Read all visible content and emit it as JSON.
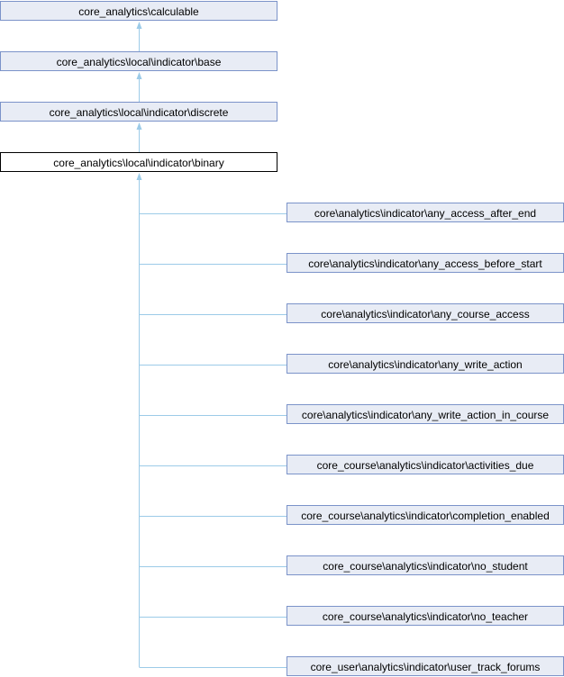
{
  "ancestors": [
    {
      "label": "core_analytics\\calculable"
    },
    {
      "label": "core_analytics\\local\\indicator\\base"
    },
    {
      "label": "core_analytics\\local\\indicator\\discrete"
    }
  ],
  "current": {
    "label": "core_analytics\\local\\indicator\\binary"
  },
  "children": [
    {
      "label": "core\\analytics\\indicator\\any_access_after_end"
    },
    {
      "label": "core\\analytics\\indicator\\any_access_before_start"
    },
    {
      "label": "core\\analytics\\indicator\\any_course_access"
    },
    {
      "label": "core\\analytics\\indicator\\any_write_action"
    },
    {
      "label": "core\\analytics\\indicator\\any_write_action_in_course"
    },
    {
      "label": "core_course\\analytics\\indicator\\activities_due"
    },
    {
      "label": "core_course\\analytics\\indicator\\completion_enabled"
    },
    {
      "label": "core_course\\analytics\\indicator\\no_student"
    },
    {
      "label": "core_course\\analytics\\indicator\\no_teacher"
    },
    {
      "label": "core_user\\analytics\\indicator\\user_track_forums"
    }
  ],
  "colors": {
    "edge": "#9ccbe8",
    "node_fill": "#e8ecf5",
    "node_border": "#7b93c9"
  }
}
